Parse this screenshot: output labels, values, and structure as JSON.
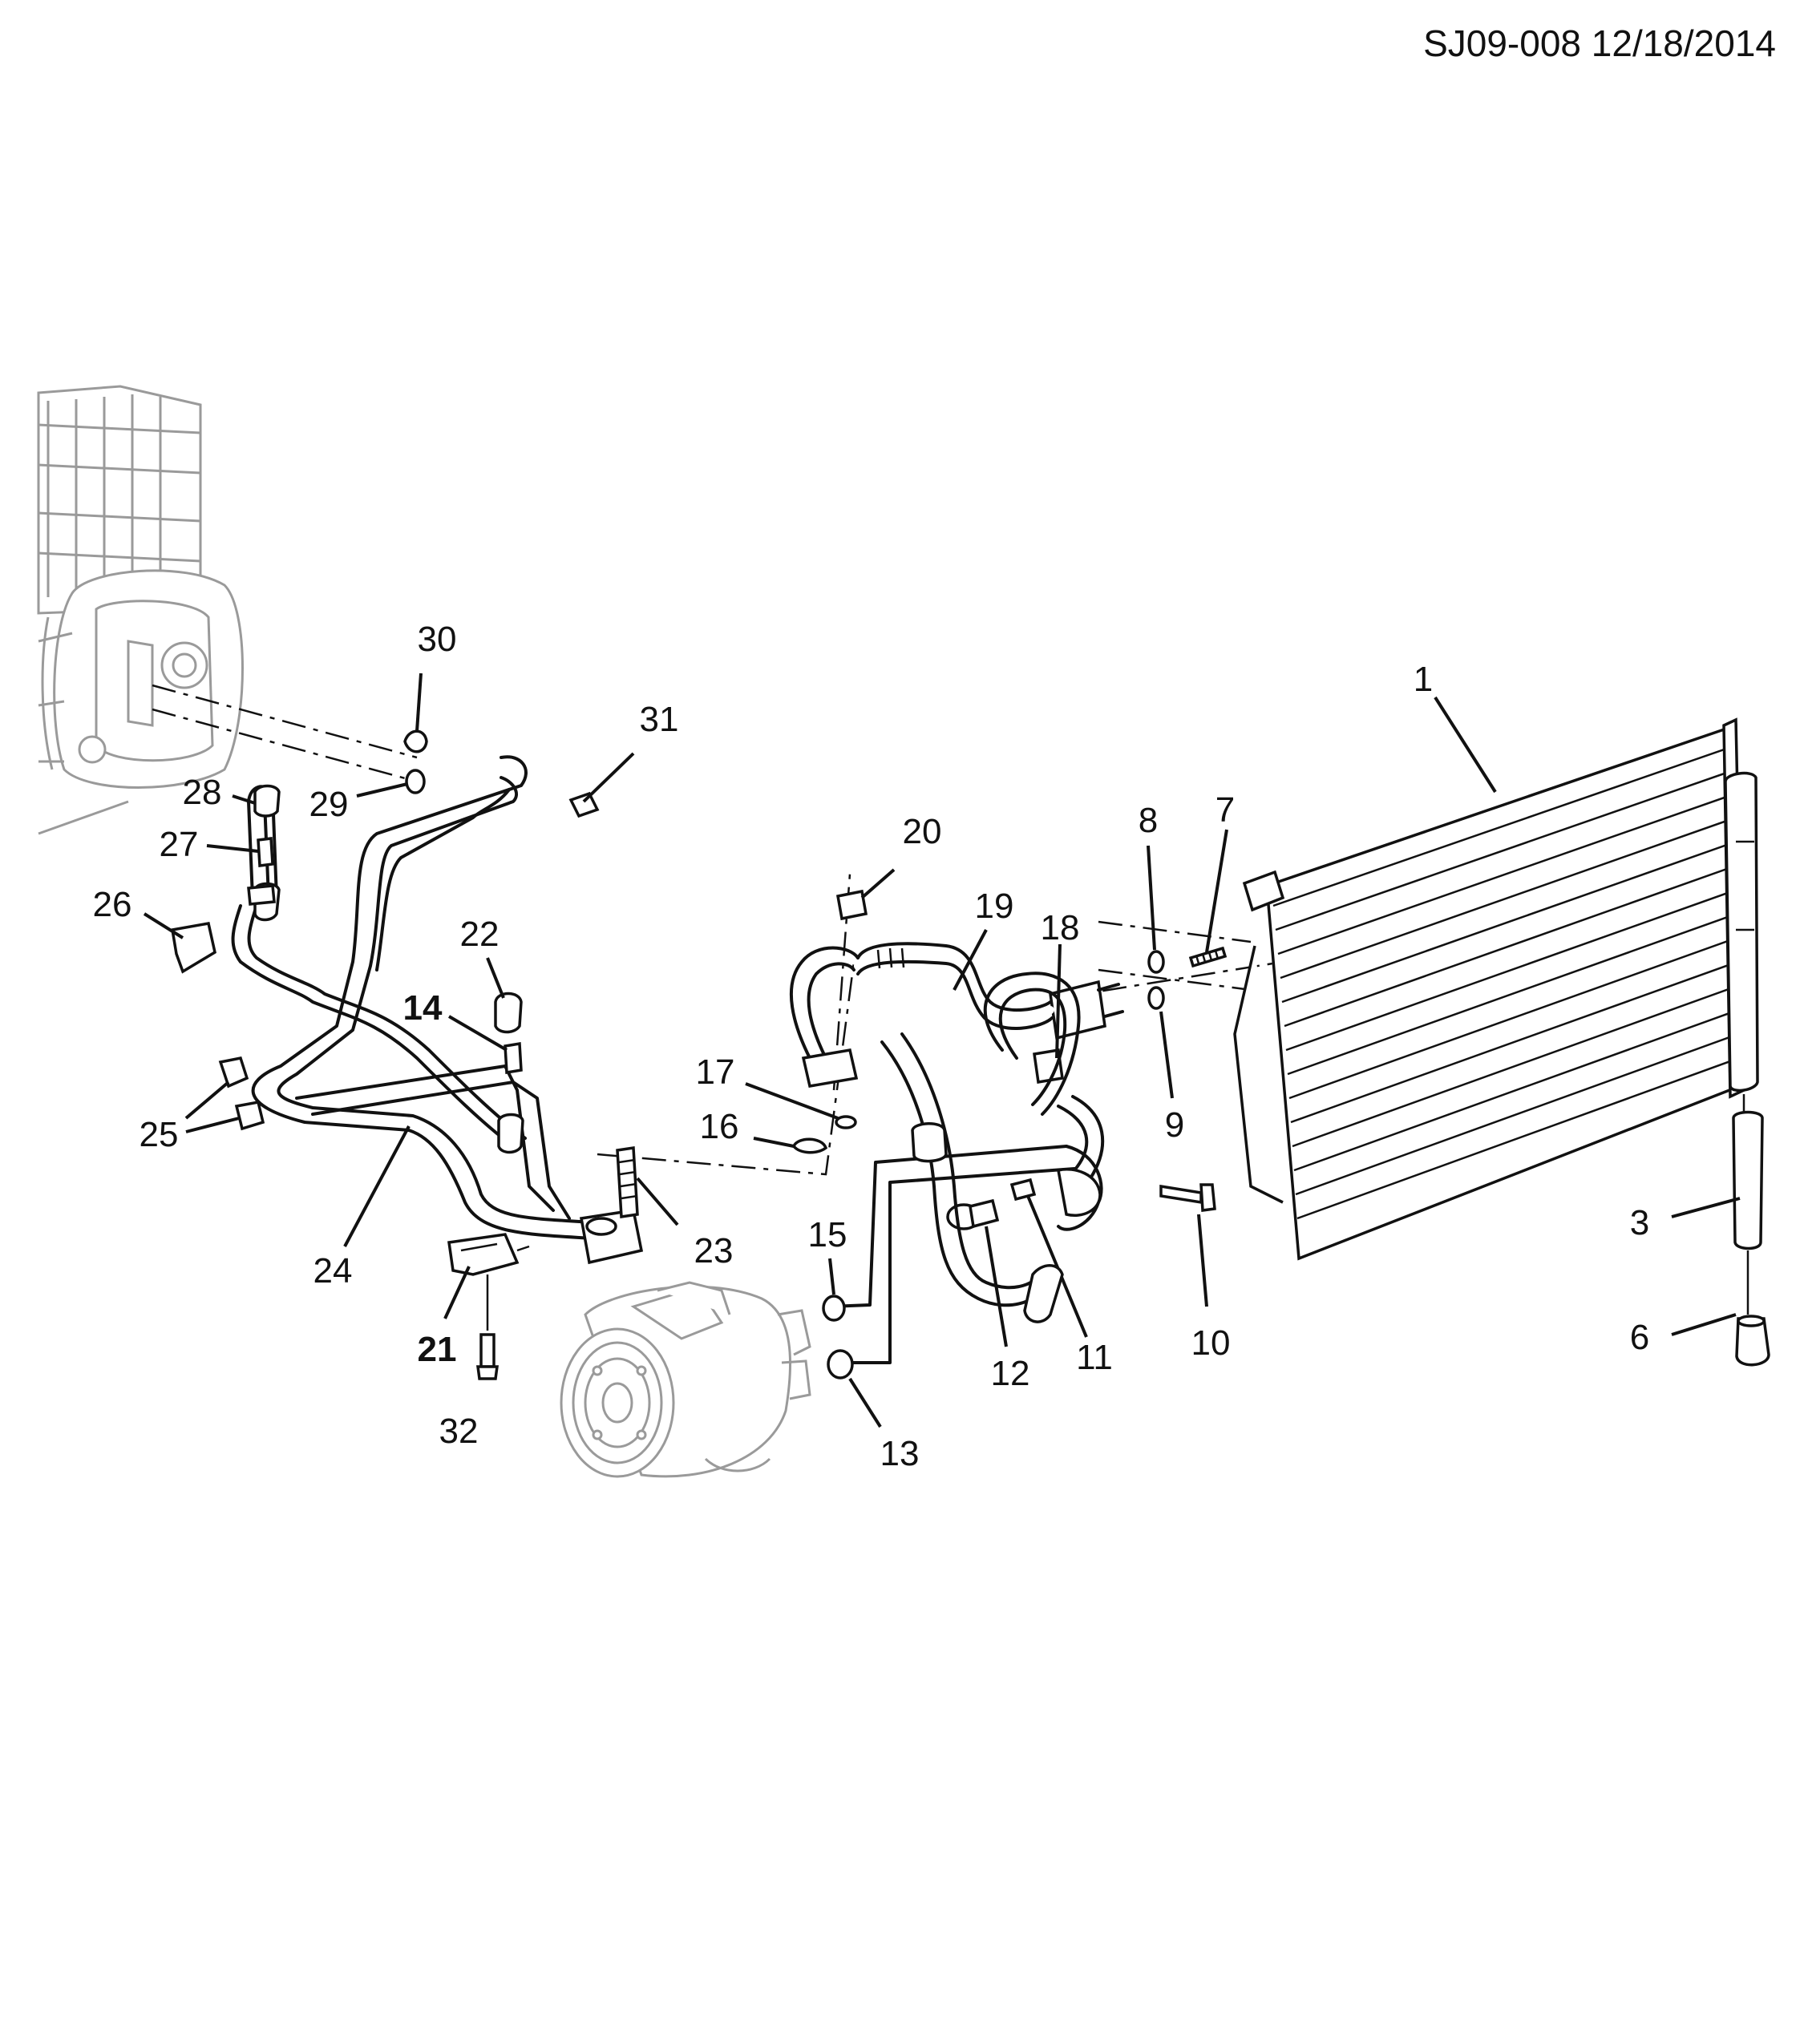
{
  "header": {
    "doc_id": "SJ09-008 12/18/2014"
  },
  "callouts": [
    {
      "id": "1",
      "label": "1",
      "bold": false
    },
    {
      "id": "3",
      "label": "3",
      "bold": false
    },
    {
      "id": "6",
      "label": "6",
      "bold": false
    },
    {
      "id": "7",
      "label": "7",
      "bold": false
    },
    {
      "id": "8",
      "label": "8",
      "bold": false
    },
    {
      "id": "9",
      "label": "9",
      "bold": false
    },
    {
      "id": "10",
      "label": "10",
      "bold": false
    },
    {
      "id": "11",
      "label": "11",
      "bold": false
    },
    {
      "id": "12",
      "label": "12",
      "bold": false
    },
    {
      "id": "13",
      "label": "13",
      "bold": false
    },
    {
      "id": "14",
      "label": "14",
      "bold": true
    },
    {
      "id": "15",
      "label": "15",
      "bold": false
    },
    {
      "id": "16",
      "label": "16",
      "bold": false
    },
    {
      "id": "17",
      "label": "17",
      "bold": false
    },
    {
      "id": "18",
      "label": "18",
      "bold": false
    },
    {
      "id": "19",
      "label": "19",
      "bold": false
    },
    {
      "id": "20",
      "label": "20",
      "bold": false
    },
    {
      "id": "21",
      "label": "21",
      "bold": true
    },
    {
      "id": "22",
      "label": "22",
      "bold": false
    },
    {
      "id": "23",
      "label": "23",
      "bold": false
    },
    {
      "id": "24",
      "label": "24",
      "bold": false
    },
    {
      "id": "25",
      "label": "25",
      "bold": false
    },
    {
      "id": "26",
      "label": "26",
      "bold": false
    },
    {
      "id": "27",
      "label": "27",
      "bold": false
    },
    {
      "id": "28",
      "label": "28",
      "bold": false
    },
    {
      "id": "29",
      "label": "29",
      "bold": false
    },
    {
      "id": "30",
      "label": "30",
      "bold": false
    },
    {
      "id": "31",
      "label": "31",
      "bold": false
    },
    {
      "id": "32",
      "label": "32",
      "bold": false
    }
  ]
}
